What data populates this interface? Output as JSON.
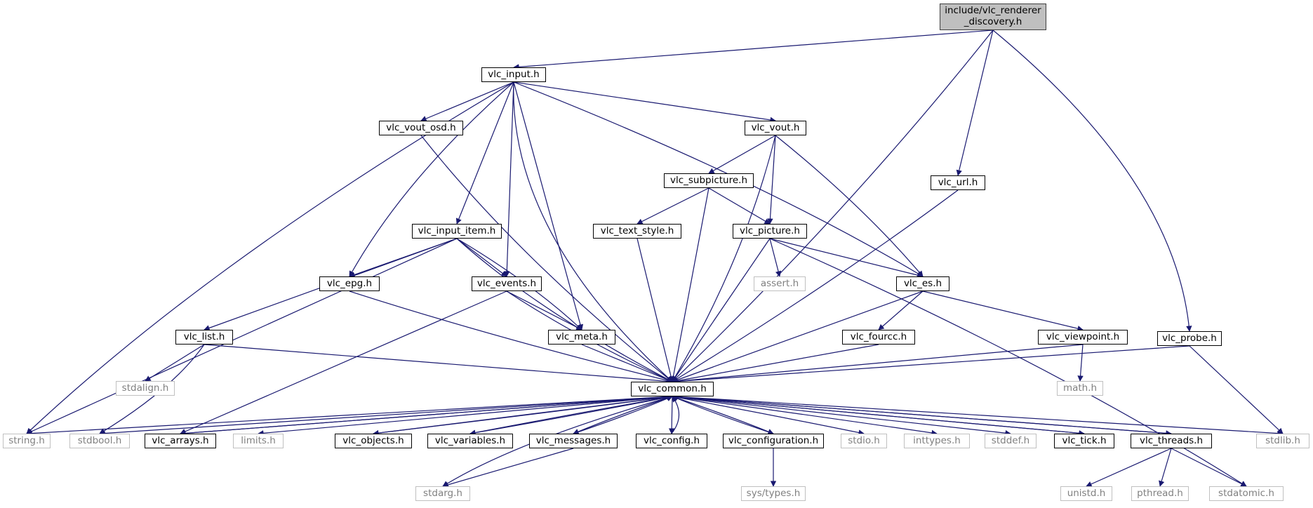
{
  "colors": {
    "edge": "#191970",
    "internal_border": "#000000",
    "system_border": "#c0c0c0",
    "system_text": "#808080",
    "root_fill": "#bfbfbf"
  },
  "nodes": {
    "root": "include/vlc_renderer\n_discovery.h",
    "vlc_input": "vlc_input.h",
    "vlc_url": "vlc_url.h",
    "vlc_probe": "vlc_probe.h",
    "vlc_vout_osd": "vlc_vout_osd.h",
    "vlc_vout": "vlc_vout.h",
    "vlc_subpicture": "vlc_subpicture.h",
    "vlc_input_item": "vlc_input_item.h",
    "vlc_text_style": "vlc_text_style.h",
    "vlc_picture": "vlc_picture.h",
    "vlc_epg": "vlc_epg.h",
    "vlc_events": "vlc_events.h",
    "assert": "assert.h",
    "vlc_es": "vlc_es.h",
    "vlc_list": "vlc_list.h",
    "vlc_meta": "vlc_meta.h",
    "vlc_fourcc": "vlc_fourcc.h",
    "vlc_viewpoint": "vlc_viewpoint.h",
    "stdalign": "stdalign.h",
    "vlc_common": "vlc_common.h",
    "math": "math.h",
    "string": "string.h",
    "stdbool": "stdbool.h",
    "vlc_arrays": "vlc_arrays.h",
    "limits": "limits.h",
    "vlc_objects": "vlc_objects.h",
    "vlc_variables": "vlc_variables.h",
    "vlc_messages": "vlc_messages.h",
    "vlc_config": "vlc_config.h",
    "vlc_configuration": "vlc_configuration.h",
    "stdio": "stdio.h",
    "inttypes": "inttypes.h",
    "stddef": "stddef.h",
    "vlc_tick": "vlc_tick.h",
    "vlc_threads": "vlc_threads.h",
    "stdlib": "stdlib.h",
    "stdarg": "stdarg.h",
    "sys_types": "sys/types.h",
    "unistd": "unistd.h",
    "pthread": "pthread.h",
    "stdatomic": "stdatomic.h"
  }
}
